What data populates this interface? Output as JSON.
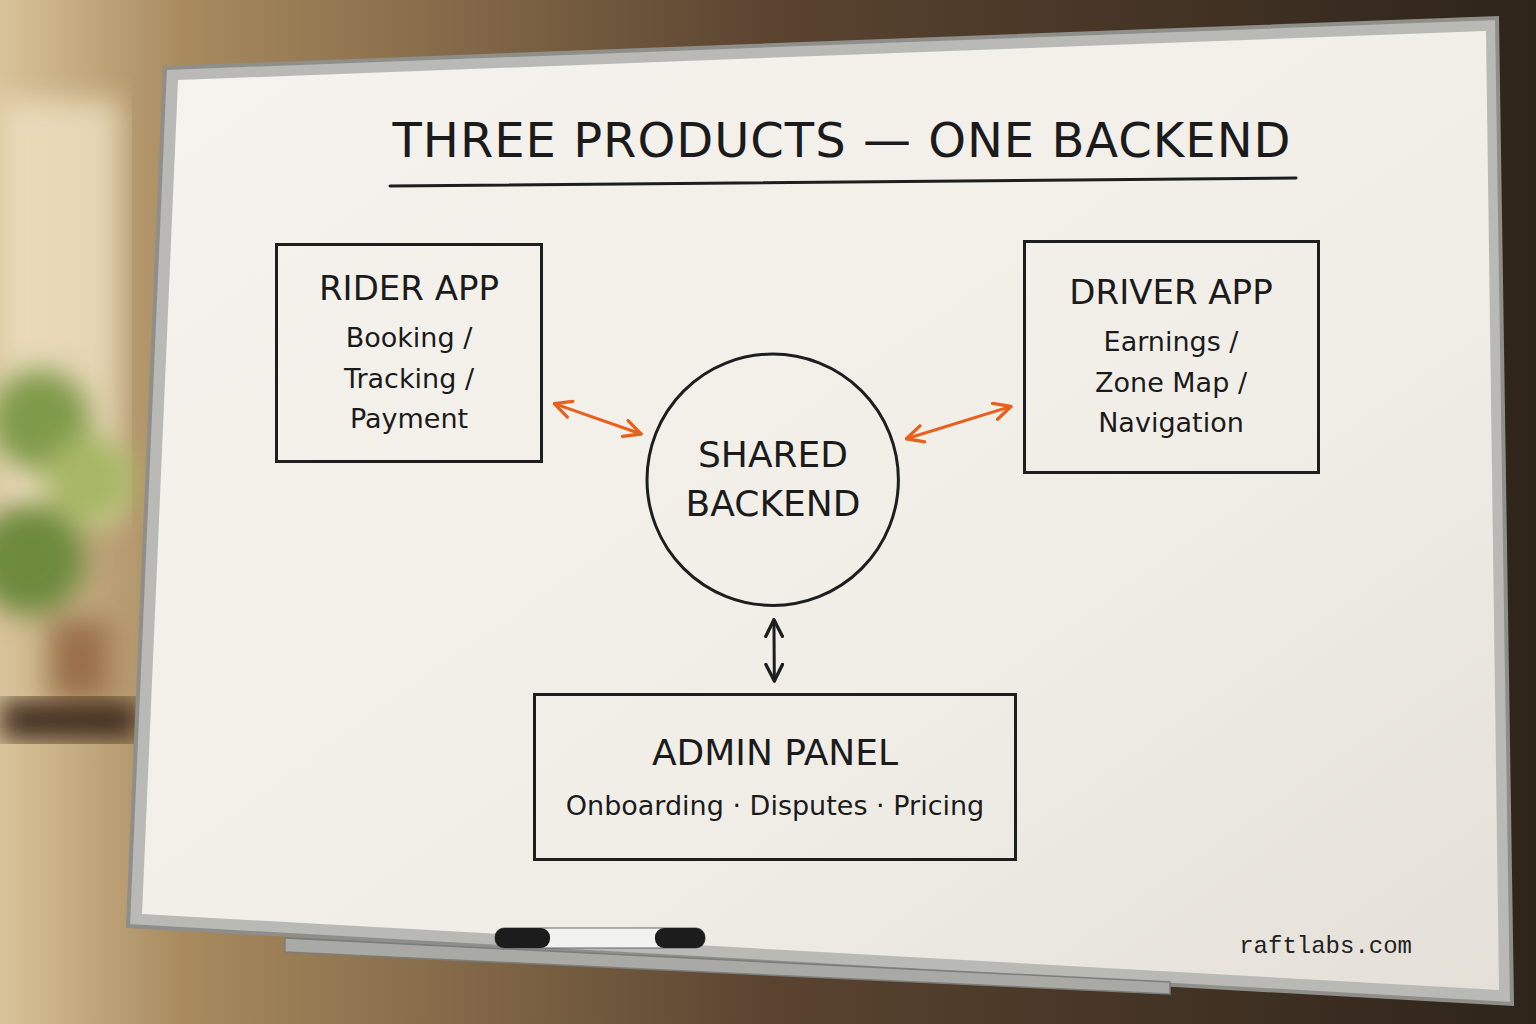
{
  "diagram": {
    "title": "THREE PRODUCTS — ONE BACKEND",
    "nodes": [
      {
        "text": [
          "RIDER APP",
          "Booking / Tracking / Payment"
        ]
      },
      {
        "text": [
          "SHARED BACKEND"
        ]
      },
      {
        "text": [
          "DRIVER APP",
          "Earnings / Zone Map / Navigation"
        ]
      },
      {
        "text": [
          "ADMIN PANEL",
          "Onboarding · Disputes · Pricing"
        ]
      }
    ],
    "edges": [
      {
        "from": 0,
        "to": 1,
        "arrow": "both"
      },
      {
        "from": 2,
        "to": 1,
        "arrow": "both"
      },
      {
        "from": 1,
        "to": 3,
        "arrow": "both"
      }
    ],
    "labels": [
      "raftlabs.com"
    ]
  }
}
